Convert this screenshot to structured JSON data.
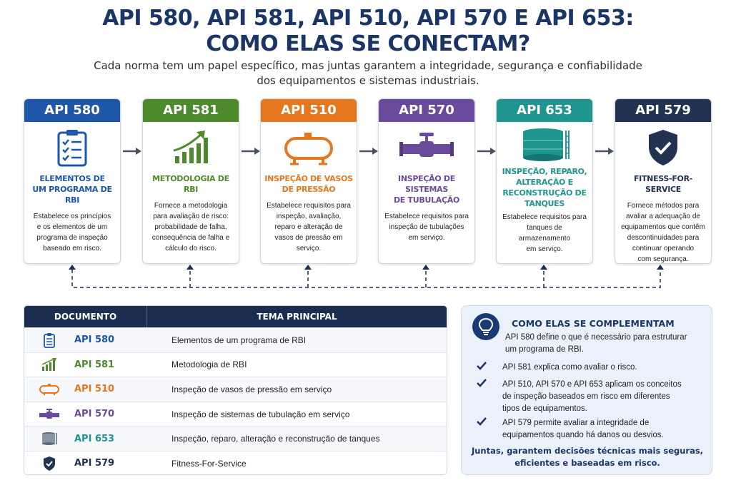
{
  "title": {
    "line1": "API 580, API 581, API 510, API 570 E API 653:",
    "line2": "COMO ELAS SE CONECTAM?"
  },
  "subtitle": {
    "line1": "Cada norma tem um papel específico, mas juntas garantem a integridade, segurança e confiabilidade",
    "line2": "dos equipamentos e sistemas industriais."
  },
  "colors": {
    "api580": "#1e56a8",
    "api581": "#4d8a2c",
    "api510": "#e5781e",
    "api570": "#6a4a9a",
    "api653": "#1f9590",
    "api579": "#223352",
    "navy": "#1a3566"
  },
  "cards": [
    {
      "code": "API 580",
      "icon": "clipboard-checklist-icon",
      "name": "ELEMENTOS DE\nUM PROGRAMA DE RBI",
      "desc": "Estabelece os princípios\ne os elementos de um\nprograma de inspeção\nbaseado em risco."
    },
    {
      "code": "API 581",
      "icon": "growth-chart-icon",
      "name": "METODOLOGIA DE RBI",
      "desc": "Fornece a metodologia\npara avaliação de risco:\nprobabilidade de falha,\nconsequência de falha e\ncálculo do risco."
    },
    {
      "code": "API 510",
      "icon": "pressure-vessel-icon",
      "name": "INSPEÇÃO DE VASOS\nDE PRESSÃO",
      "desc": "Estabelece requisitos para\ninspeção, avaliação,\nreparo e alteração de\nvasos de pressão em serviço."
    },
    {
      "code": "API 570",
      "icon": "piping-valve-icon",
      "name": "INSPEÇÃO DE SISTEMAS\nDE TUBULAÇÃO",
      "desc": "Estabelece requisitos para\ninspeção de tubulações\nem serviço."
    },
    {
      "code": "API 653",
      "icon": "storage-tank-icon",
      "name": "INSPEÇÃO, REPARO,\nALTERAÇÃO E\nRECONSTRUÇÃO DE\nTANQUES",
      "desc": "Estabelece requisitos para\ntanques de armazenamento\nem serviço."
    },
    {
      "code": "API 579",
      "icon": "shield-check-icon",
      "name": "FITNESS-FOR-SERVICE",
      "desc": "Fornece métodos para\navaliar a adequação de\nequipamentos que contêm\ndescontinuidades para\ncontinuar operando\ncom segurança."
    }
  ],
  "table": {
    "header_doc": "DOCUMENTO",
    "header_tema": "TEMA PRINCIPAL",
    "rows": [
      {
        "code": "API 580",
        "tema": "Elementos de um programa de RBI"
      },
      {
        "code": "API 581",
        "tema": "Metodologia de RBI"
      },
      {
        "code": "API 510",
        "tema": "Inspeção de vasos de pressão em serviço"
      },
      {
        "code": "API 570",
        "tema": "Inspeção de sistemas de tubulação em serviço"
      },
      {
        "code": "API 653",
        "tema": "Inspeção, reparo, alteração e reconstrução de tanques"
      },
      {
        "code": "API 579",
        "tema": "Fitness-For-Service"
      }
    ]
  },
  "side": {
    "title": "COMO ELAS SE COMPLEMENTAM",
    "items": [
      "API 580 define o que é necessário para estruturar\num programa de RBI.",
      "API 581 explica como avaliar o risco.",
      "API 510, API 570 e API 653 aplicam os conceitos\nde inspeção baseados em risco em diferentes\ntipos de equipamentos.",
      "API 579 permite avaliar a integridade de\nequipamentos quando há danos ou desvios."
    ],
    "footer": "Juntas, garantem decisões técnicas mais seguras,\neficientes e baseadas em risco."
  }
}
